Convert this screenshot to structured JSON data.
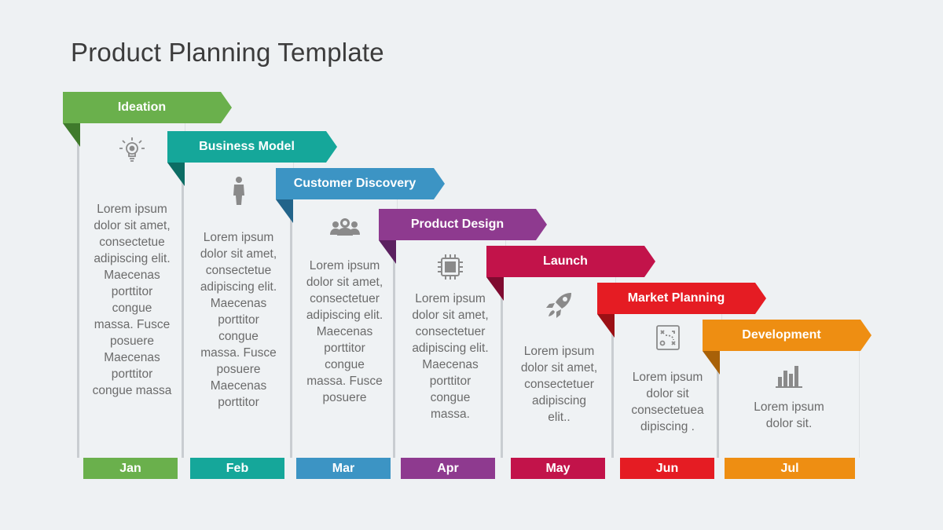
{
  "title": "Product Planning Template",
  "stages": [
    {
      "name": "Ideation",
      "color": "#6ab04c",
      "dark": "#3f7a2b",
      "icon": "lightbulb-icon",
      "text": "Lorem ipsum\ndolor sit amet,\nconsectetue\nadipiscing elit.\nMaecenas\nporttitor\ncongue\nmassa. Fusce\nposuere\nMaecenas\nporttitor\ncongue massa",
      "month": "Jan"
    },
    {
      "name": "Business Model",
      "color": "#15a79a",
      "dark": "#0c6d64",
      "icon": "person-icon",
      "text": "Lorem ipsum\ndolor sit amet,\nconsectetue\nadipiscing elit.\nMaecenas\nporttitor\ncongue\nmassa. Fusce\nposuere\nMaecenas\nporttitor",
      "month": "Feb"
    },
    {
      "name": "Customer Discovery",
      "color": "#3c94c4",
      "dark": "#22648a",
      "icon": "user-group-icon",
      "text": "Lorem ipsum\ndolor sit amet,\nconsectetuer\nadipiscing elit.\nMaecenas\nporttitor\ncongue\nmassa. Fusce\nposuere",
      "month": "Mar"
    },
    {
      "name": "Product Design",
      "color": "#8e3a8f",
      "dark": "#5c2160",
      "icon": "chip-icon",
      "text": "Lorem ipsum\ndolor sit amet,\nconsectetuer\nadipiscing elit.\nMaecenas\nporttitor\ncongue\nmassa.",
      "month": "Apr"
    },
    {
      "name": "Launch",
      "color": "#c2134a",
      "dark": "#7f0b30",
      "icon": "rocket-icon",
      "text": "Lorem ipsum\ndolor sit amet,\nconsectetuer\nadipiscing\nelit..",
      "month": "May"
    },
    {
      "name": "Market Planning",
      "color": "#e51c23",
      "dark": "#9b1015",
      "icon": "strategy-board-icon",
      "text": "Lorem ipsum\ndolor sit\nconsectetuea\ndipiscing .",
      "month": "Jun"
    },
    {
      "name": "Development",
      "color": "#ee8e12",
      "dark": "#a86108",
      "icon": "bar-chart-icon",
      "text": "Lorem ipsum\ndolor sit.",
      "month": "Jul"
    }
  ]
}
